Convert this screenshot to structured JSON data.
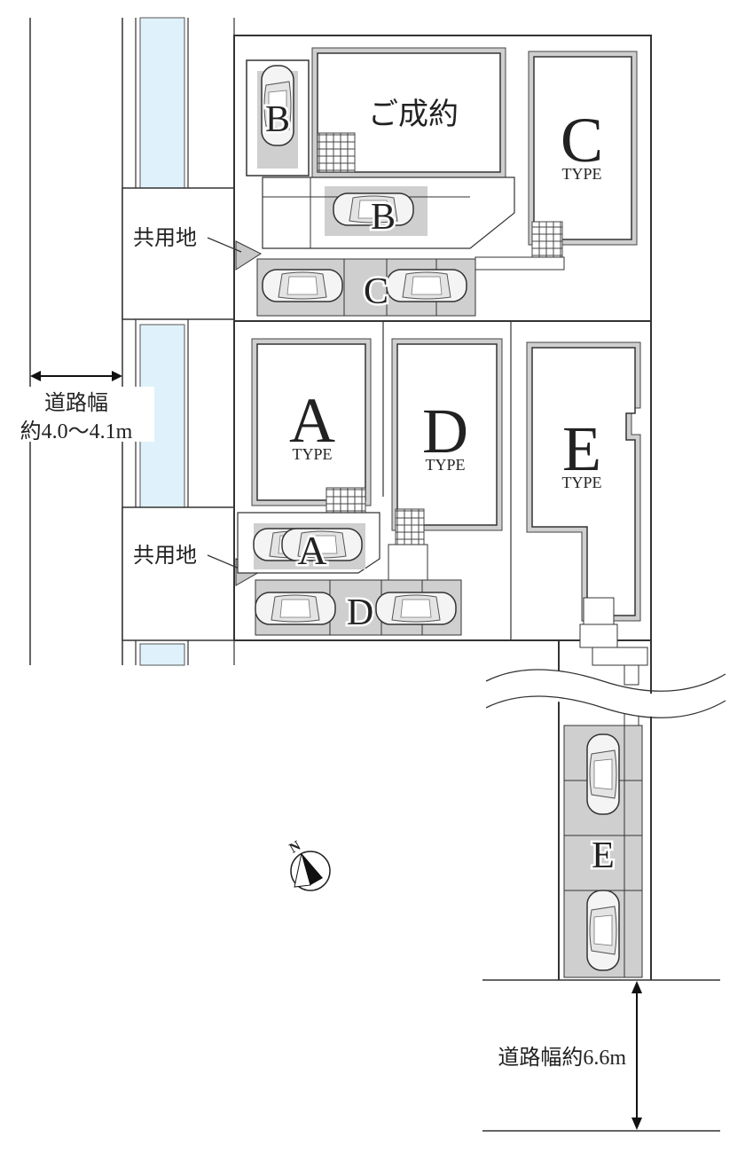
{
  "road_left": {
    "label_line1": "道路幅",
    "label_line2": "約4.0〜4.1m"
  },
  "road_bottom": {
    "label": "道路幅約6.6m"
  },
  "common_land": {
    "label_top": "共用地",
    "label_bottom": "共用地"
  },
  "sold_lot": {
    "label": "ご成約"
  },
  "lots": {
    "a": {
      "letter": "A",
      "type": "TYPE",
      "parking": "A"
    },
    "b": {
      "parking_1": "B",
      "parking_2": "B"
    },
    "c": {
      "letter": "C",
      "type": "TYPE",
      "parking": "C"
    },
    "d": {
      "letter": "D",
      "type": "TYPE",
      "parking": "D"
    },
    "e": {
      "letter": "E",
      "type": "TYPE",
      "parking": "E"
    }
  },
  "compass": {
    "north_label": "N"
  },
  "colors": {
    "canal": "#dff2fb",
    "lot_shade": "#cfcfcf",
    "line": "#333333",
    "house_fill": "#ffffff"
  }
}
